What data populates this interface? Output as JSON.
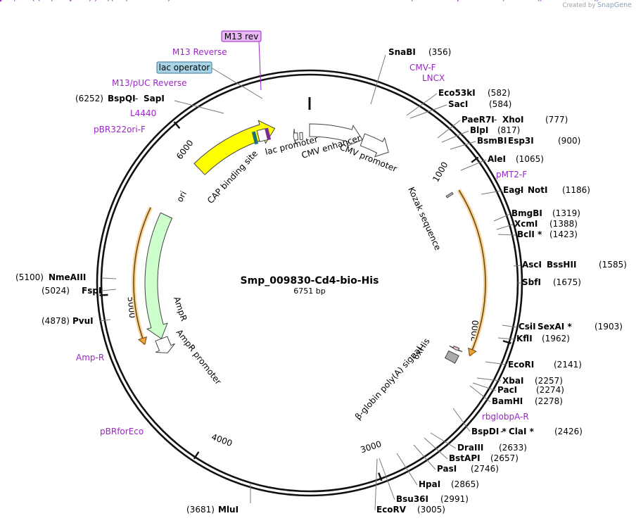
{
  "credit": {
    "prefix": "Created by",
    "brand": "SnapGene"
  },
  "plasmid": {
    "name": "Smp_009830-Cd4-bio-His",
    "length_label": "6751 bp",
    "length": 6751
  },
  "ticks": [
    {
      "pos": 1000,
      "label": "1000"
    },
    {
      "pos": 2000,
      "label": "2000"
    },
    {
      "pos": 3000,
      "label": "3000"
    },
    {
      "pos": 4000,
      "label": "4000"
    },
    {
      "pos": 5000,
      "label": "5000"
    },
    {
      "pos": 6000,
      "label": "6000"
    }
  ],
  "features": [
    {
      "name": "ori",
      "start": 5925,
      "end": 6513,
      "color": "#ffff00",
      "dir": "cw",
      "label": "ori"
    },
    {
      "name": "AmpR",
      "start": 4677,
      "end": 5536,
      "color": "#ccffcc",
      "dir": "ccw",
      "label": "AmpR"
    },
    {
      "name": "AmpR promoter",
      "start": 4572,
      "end": 4677,
      "color": "#ffffff",
      "dir": "ccw",
      "label": "AmpR promoter"
    },
    {
      "name": "CMV enhancer",
      "start": 0,
      "end": 380,
      "color": "#ffffff",
      "dir": "cw",
      "label": "CMV enhancer"
    },
    {
      "name": "CMV promoter",
      "start": 381,
      "end": 584,
      "color": "#ffffff",
      "dir": "cw",
      "label": "CMV promoter"
    },
    {
      "name": "lac promoter",
      "start": 6633,
      "end": 6664,
      "color": "#ffffff",
      "dir": "ccw",
      "label": "lac promoter"
    },
    {
      "name": "CAP binding site",
      "start": 6680,
      "end": 6700,
      "color": "#ffffff",
      "dir": "none",
      "label": "CAP binding site"
    },
    {
      "name": "Kozak sequence",
      "start": 1080,
      "end": 1092,
      "color": "#bbbbbb",
      "dir": "none",
      "label": "Kozak sequence"
    },
    {
      "name": "6xHis",
      "start": 2130,
      "end": 2148,
      "color": "#f0c0c0",
      "dir": "cw",
      "label": "6xHis"
    },
    {
      "name": "beta-globin polyA",
      "start": 2175,
      "end": 2230,
      "color": "#aaaaaa",
      "dir": "none",
      "label": "β-globin poly(A) signal"
    }
  ],
  "orfs": [
    {
      "start": 1090,
      "end": 2146,
      "dir": "cw"
    },
    {
      "start": 4680,
      "end": 5540,
      "dir": "ccw"
    }
  ],
  "enzymes": [
    {
      "name": "SnaBI",
      "pos": "(356)"
    },
    {
      "name": "Eco53kI",
      "pos": "(582)"
    },
    {
      "name": "SacI",
      "pos": "(584)"
    },
    {
      "name": "PaeR7I",
      "pos": "(777)",
      "pair": "XhoI"
    },
    {
      "name": "BlpI",
      "pos": "(817)"
    },
    {
      "name": "BsmBI",
      "pos": "(900)",
      "pair": "Esp3I"
    },
    {
      "name": "AleI",
      "pos": "(1065)"
    },
    {
      "name": "EagI",
      "pos": "(1186)",
      "pair": "NotI"
    },
    {
      "name": "BmgBI",
      "pos": "(1319)"
    },
    {
      "name": "XcmI",
      "pos": "(1388)"
    },
    {
      "name": "BclI *",
      "pos": "(1423)"
    },
    {
      "name": "AscI",
      "pos": "(1585)",
      "pair": "BssHII"
    },
    {
      "name": "SbfI",
      "pos": "(1675)"
    },
    {
      "name": "CsiI",
      "pos": "(1903)",
      "pair": "SexAI *"
    },
    {
      "name": "KflI",
      "pos": "(1962)"
    },
    {
      "name": "EcoRI",
      "pos": "(2141)"
    },
    {
      "name": "XbaI",
      "pos": "(2257)"
    },
    {
      "name": "PacI",
      "pos": "(2274)"
    },
    {
      "name": "BamHI",
      "pos": "(2278)"
    },
    {
      "name": "BspDI *",
      "pos": "(2426)",
      "pair": "ClaI *"
    },
    {
      "name": "DraIII",
      "pos": "(2633)"
    },
    {
      "name": "BstAPI",
      "pos": "(2657)"
    },
    {
      "name": "PasI",
      "pos": "(2746)"
    },
    {
      "name": "HpaI",
      "pos": "(2865)"
    },
    {
      "name": "Bsu36I",
      "pos": "(2991)"
    },
    {
      "name": "EcoRV",
      "pos": "(3005)"
    },
    {
      "name": "MluI",
      "pos": "(3681)"
    },
    {
      "name": "PvuI",
      "pos": "(4878)"
    },
    {
      "name": "FspI",
      "pos": "(5024)"
    },
    {
      "name": "NmeAIII",
      "pos": "(5100)"
    },
    {
      "name": "BspQI",
      "pos": "(6252)",
      "pair": "SapI"
    }
  ],
  "primers": [
    {
      "name": "CMV-F",
      "range": "(535 .. 555)"
    },
    {
      "name": "LNCX",
      "range": "(581 .. 605)"
    },
    {
      "name": "pMT2-F",
      "range": "(1086 .. 1105)"
    },
    {
      "name": "rbglobpA-R",
      "range": "(2358 .. 2377)"
    },
    {
      "name": "pBRforEco",
      "range": "(4269 .. 4287)"
    },
    {
      "name": "Amp-R",
      "range": "(4678 .. 4697)"
    },
    {
      "name": "pBR322ori-F",
      "range": "(5980 .. 5999)"
    },
    {
      "name": "L4440",
      "range": "(6233 .. 6250)"
    },
    {
      "name": "M13/pUC Reverse",
      "range": "(6446 .. 6468)"
    },
    {
      "name": "M13 Reverse",
      "range": "(6465 .. 6481)"
    }
  ],
  "boxes": [
    {
      "name": "M13 rev",
      "color": "#e8b8f4",
      "border": "#9b26c6"
    },
    {
      "name": "lac operator",
      "color": "#a8d4e6",
      "border": "#3a7a99"
    }
  ],
  "colors": {
    "primer": "#9b26c6",
    "enzyme_line": "#777777",
    "orf": "#f2a33a"
  }
}
